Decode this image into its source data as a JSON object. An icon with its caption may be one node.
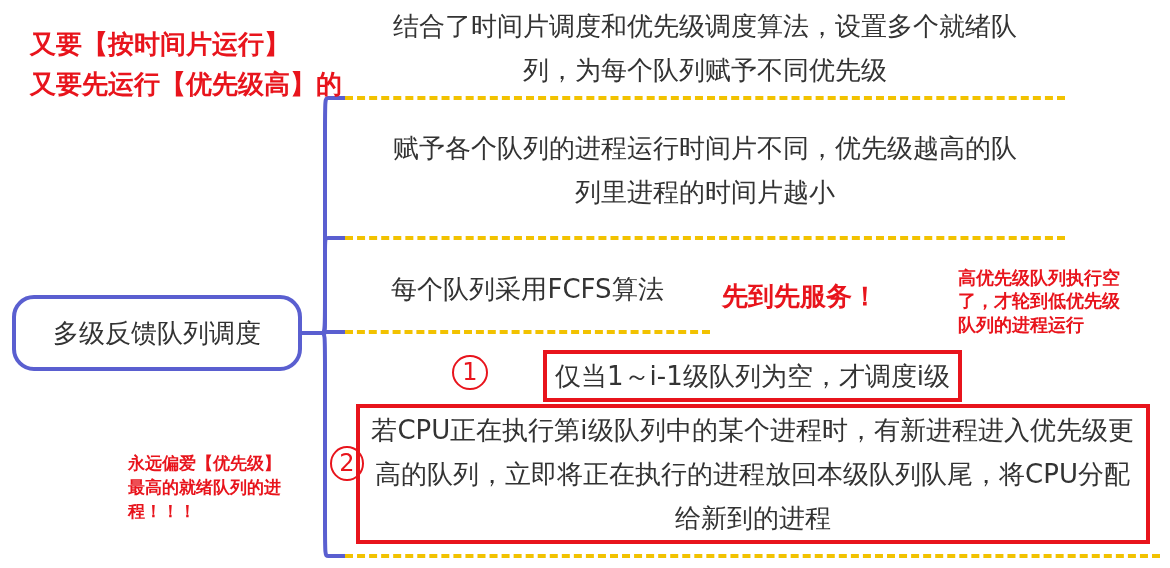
{
  "diagram": {
    "nodes": [
      {
        "text": [
          "多级反馈队列调度"
        ]
      },
      {
        "text": [
          "结合了时间片调度和优先级调度算法，设置多个就绪队列，为每个队列赋予不同优先级"
        ]
      },
      {
        "text": [
          "赋予各个队列的进程运行时间片不同，优先级越高的队列里进程的时间片越小"
        ]
      },
      {
        "text": [
          "每个队列采用FCFS算法"
        ]
      },
      {
        "text": [
          "仅当1～i-1级队列为空，才调度i级",
          "若CPU正在执行第i级队列中的某个进程时，有新进程进入优先级更高的队列，立即将正在执行的进程放回本级队列队尾，将CPU分配给新到的进程"
        ]
      }
    ],
    "edges": [
      {
        "from": 0,
        "to": 1,
        "arrow": "none"
      },
      {
        "from": 0,
        "to": 2,
        "arrow": "none"
      },
      {
        "from": 0,
        "to": 3,
        "arrow": "none"
      },
      {
        "from": 0,
        "to": 4,
        "arrow": "none"
      }
    ],
    "labels": [
      "又要【按时间片运行】",
      "又要先运行【优先级高】的",
      "先到先服务！",
      "高优先级队列执行空了，才轮到低优先级队列的进程运行",
      "1",
      "永远偏爱【优先级】最高的就绪队列的进程！！！",
      "2"
    ]
  }
}
